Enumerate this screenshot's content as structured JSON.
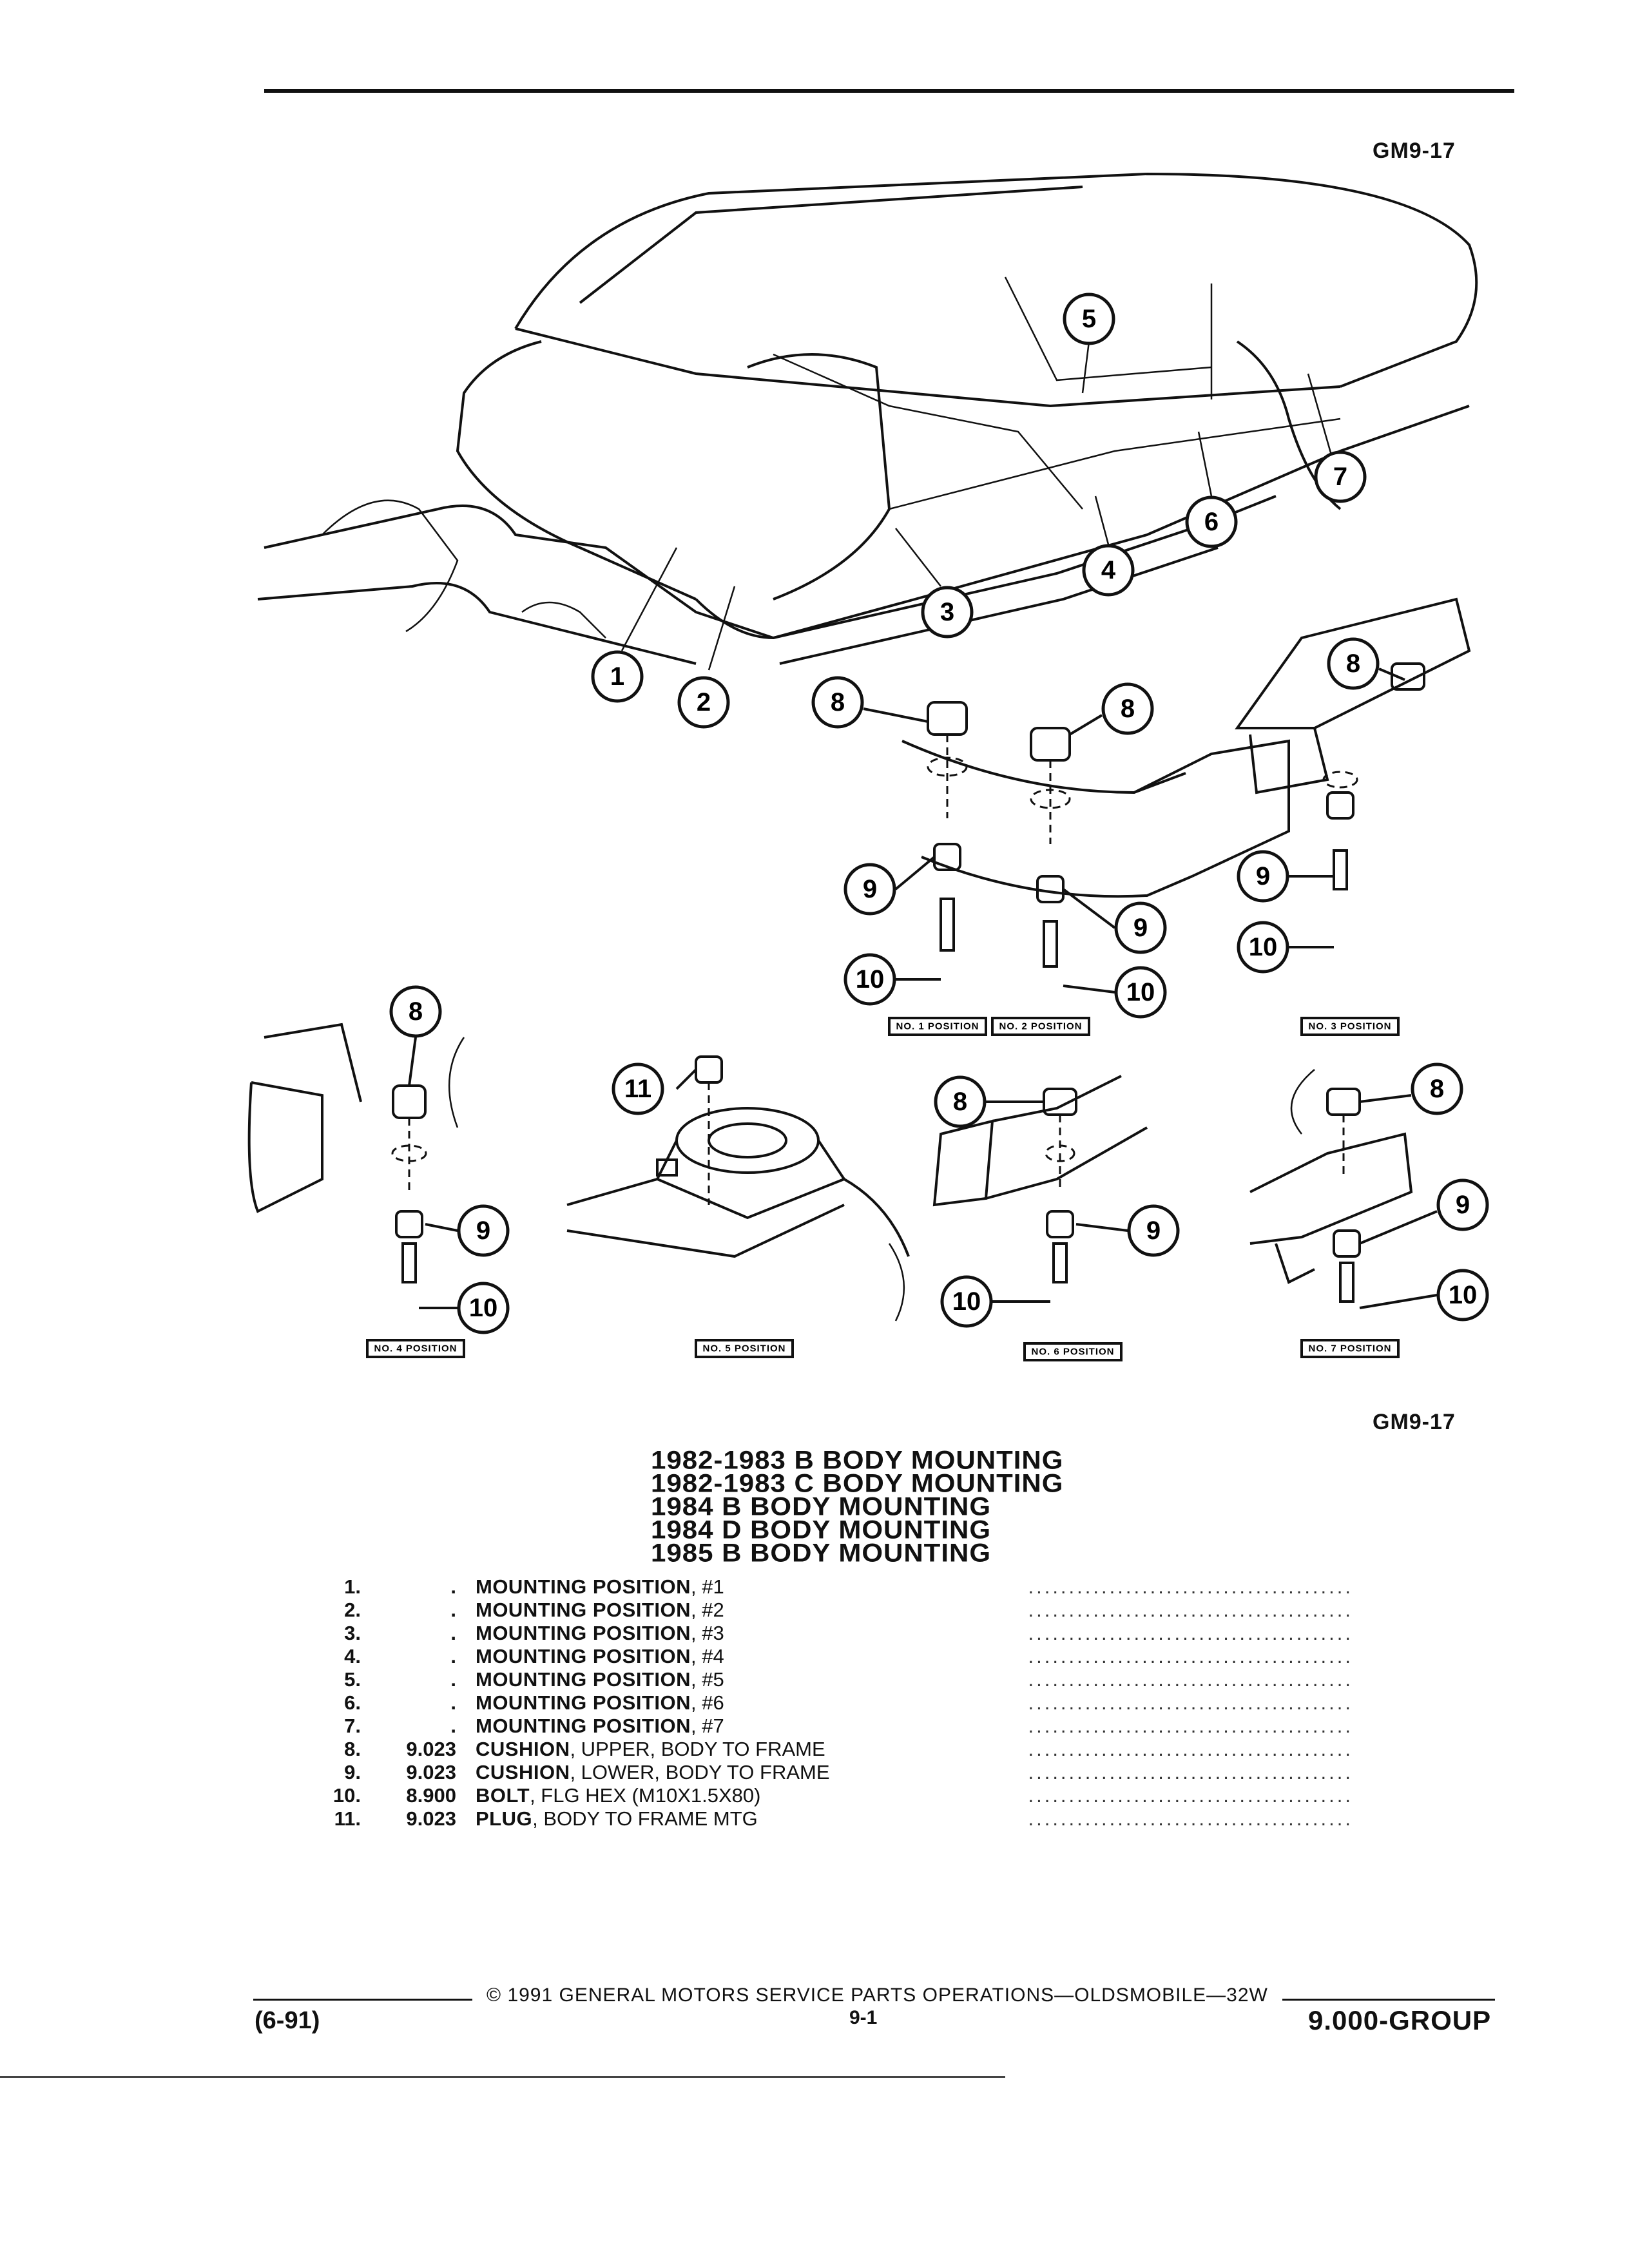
{
  "header": {
    "figure_code_top": "GM9-17",
    "figure_code_bottom": "GM9-17"
  },
  "diagram": {
    "callouts": [
      "1",
      "2",
      "3",
      "4",
      "5",
      "6",
      "7",
      "8",
      "9",
      "10",
      "11"
    ],
    "position_labels": {
      "no1": "NO. 1 POSITION",
      "no2": "NO. 2 POSITION",
      "no3": "NO. 3 POSITION",
      "no4": "NO. 4 POSITION",
      "no5": "NO. 5 POSITION",
      "no6": "NO. 6 POSITION",
      "no7": "NO. 7 POSITION"
    }
  },
  "titles": [
    "1982-1983 B BODY MOUNTING",
    "1982-1983 C BODY MOUNTING",
    "1984 B BODY MOUNTING",
    "1984 D BODY MOUNTING",
    "1985 B BODY MOUNTING"
  ],
  "parts": [
    {
      "num": "1.",
      "ref": ".",
      "name": "MOUNTING POSITION",
      "detail": ", #1"
    },
    {
      "num": "2.",
      "ref": ".",
      "name": "MOUNTING POSITION",
      "detail": ", #2"
    },
    {
      "num": "3.",
      "ref": ".",
      "name": "MOUNTING POSITION",
      "detail": ", #3"
    },
    {
      "num": "4.",
      "ref": ".",
      "name": "MOUNTING POSITION",
      "detail": ", #4"
    },
    {
      "num": "5.",
      "ref": ".",
      "name": "MOUNTING POSITION",
      "detail": ", #5"
    },
    {
      "num": "6.",
      "ref": ".",
      "name": "MOUNTING POSITION",
      "detail": ", #6"
    },
    {
      "num": "7.",
      "ref": ".",
      "name": "MOUNTING POSITION",
      "detail": ", #7"
    },
    {
      "num": "8.",
      "ref": "9.023",
      "name": "CUSHION",
      "detail": ", UPPER, BODY TO FRAME"
    },
    {
      "num": "9.",
      "ref": "9.023",
      "name": "CUSHION",
      "detail": ", LOWER, BODY TO FRAME"
    },
    {
      "num": "10.",
      "ref": "8.900",
      "name": "BOLT",
      "detail": ", FLG HEX (M10X1.5X80)"
    },
    {
      "num": "11.",
      "ref": "9.023",
      "name": "PLUG",
      "detail": ", BODY TO FRAME MTG"
    }
  ],
  "footer": {
    "copyright": "© 1991 GENERAL MOTORS SERVICE PARTS OPERATIONS—OLDSMOBILE—32W",
    "date_code": "(6-91)",
    "page": "9-1",
    "group": "9.000-GROUP"
  }
}
